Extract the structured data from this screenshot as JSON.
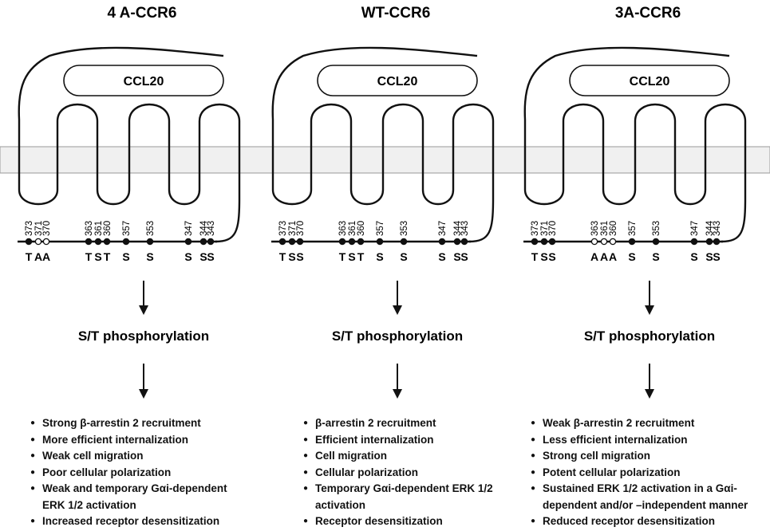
{
  "panels": [
    {
      "title": "4 A-CCR6",
      "ligand": "CCL20",
      "residues": [
        {
          "num": "373",
          "letter": "T",
          "state": "filled"
        },
        {
          "num": "371",
          "letter": "A",
          "state": "open"
        },
        {
          "num": "370",
          "letter": "A",
          "state": "open"
        },
        {
          "num": "363",
          "letter": "T",
          "state": "filled"
        },
        {
          "num": "361",
          "letter": "S",
          "state": "filled"
        },
        {
          "num": "360",
          "letter": "T",
          "state": "filled"
        },
        {
          "num": "357",
          "letter": "S",
          "state": "filled"
        },
        {
          "num": "353",
          "letter": "S",
          "state": "filled"
        },
        {
          "num": "347",
          "letter": "S",
          "state": "filled"
        },
        {
          "num": "344",
          "letter": "S",
          "state": "filled"
        },
        {
          "num": "343",
          "letter": "S",
          "state": "filled"
        }
      ],
      "phosphorylation_label": "S/T phosphorylation",
      "outcomes": [
        "Strong β-arrestin 2 recruitment",
        "More efficient internalization",
        "Weak cell migration",
        "Poor cellular polarization",
        "Weak and temporary Gαi-dependent ERK 1/2 activation",
        "Increased receptor desensitization"
      ]
    },
    {
      "title": "WT-CCR6",
      "ligand": "CCL20",
      "residues": [
        {
          "num": "373",
          "letter": "T",
          "state": "filled"
        },
        {
          "num": "371",
          "letter": "S",
          "state": "filled"
        },
        {
          "num": "370",
          "letter": "S",
          "state": "filled"
        },
        {
          "num": "363",
          "letter": "T",
          "state": "filled"
        },
        {
          "num": "361",
          "letter": "S",
          "state": "filled"
        },
        {
          "num": "360",
          "letter": "T",
          "state": "filled"
        },
        {
          "num": "357",
          "letter": "S",
          "state": "filled"
        },
        {
          "num": "353",
          "letter": "S",
          "state": "filled"
        },
        {
          "num": "347",
          "letter": "S",
          "state": "filled"
        },
        {
          "num": "344",
          "letter": "S",
          "state": "filled"
        },
        {
          "num": "343",
          "letter": "S",
          "state": "filled"
        }
      ],
      "phosphorylation_label": "S/T phosphorylation",
      "outcomes": [
        "β-arrestin 2 recruitment",
        "Efficient internalization",
        "Cell migration",
        "Cellular polarization",
        "Temporary Gαi-dependent ERK 1/2 activation",
        "Receptor desensitization"
      ]
    },
    {
      "title": "3A-CCR6",
      "ligand": "CCL20",
      "residues": [
        {
          "num": "373",
          "letter": "T",
          "state": "filled"
        },
        {
          "num": "371",
          "letter": "S",
          "state": "filled"
        },
        {
          "num": "370",
          "letter": "S",
          "state": "filled"
        },
        {
          "num": "363",
          "letter": "A",
          "state": "open"
        },
        {
          "num": "361",
          "letter": "A",
          "state": "open"
        },
        {
          "num": "360",
          "letter": "A",
          "state": "open"
        },
        {
          "num": "357",
          "letter": "S",
          "state": "filled"
        },
        {
          "num": "353",
          "letter": "S",
          "state": "filled"
        },
        {
          "num": "347",
          "letter": "S",
          "state": "filled"
        },
        {
          "num": "344",
          "letter": "S",
          "state": "filled"
        },
        {
          "num": "343",
          "letter": "S",
          "state": "filled"
        }
      ],
      "phosphorylation_label": "S/T phosphorylation",
      "outcomes": [
        "Weak β-arrestin 2 recruitment",
        "Less efficient internalization",
        "Strong cell migration",
        "Potent cellular polarization",
        "Sustained ERK 1/2 activation in a Gαi-dependent and/or –independent manner",
        "Reduced receptor desensitization"
      ]
    }
  ],
  "colors": {
    "line": "#111111",
    "membrane_fill": "#f0f0f0",
    "membrane_edge": "#9a9a9a"
  }
}
